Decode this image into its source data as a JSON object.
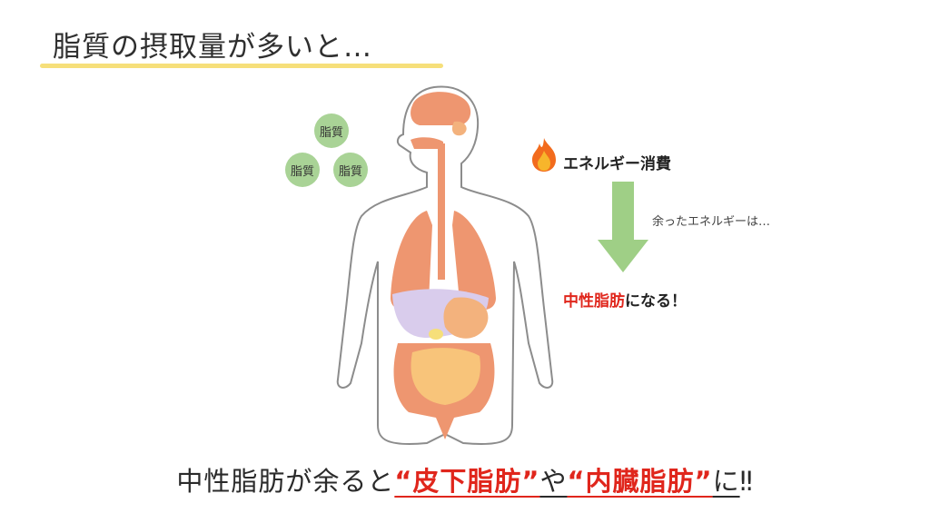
{
  "title": "脂質の摂取量が多いと…",
  "fat_bubbles": [
    "脂質",
    "脂質",
    "脂質"
  ],
  "energy": {
    "label": "エネルギー消費",
    "leftover": "余ったエネルギーは…"
  },
  "result": {
    "highlight": "中性脂肪",
    "rest": "になる！"
  },
  "bottom": {
    "part1": "中性脂肪が余ると",
    "highlight1": "“皮下脂肪”",
    "middle": "や",
    "highlight2": "“内臓脂肪”",
    "part2": "に",
    "ending": "‼"
  },
  "colors": {
    "accent_red": "#e0261c",
    "bubble_green": "#a9d396",
    "arrow_green": "#9fcf86",
    "underline_yellow": "#f6df7a"
  },
  "icons": [
    "fire-icon",
    "down-arrow-icon"
  ]
}
